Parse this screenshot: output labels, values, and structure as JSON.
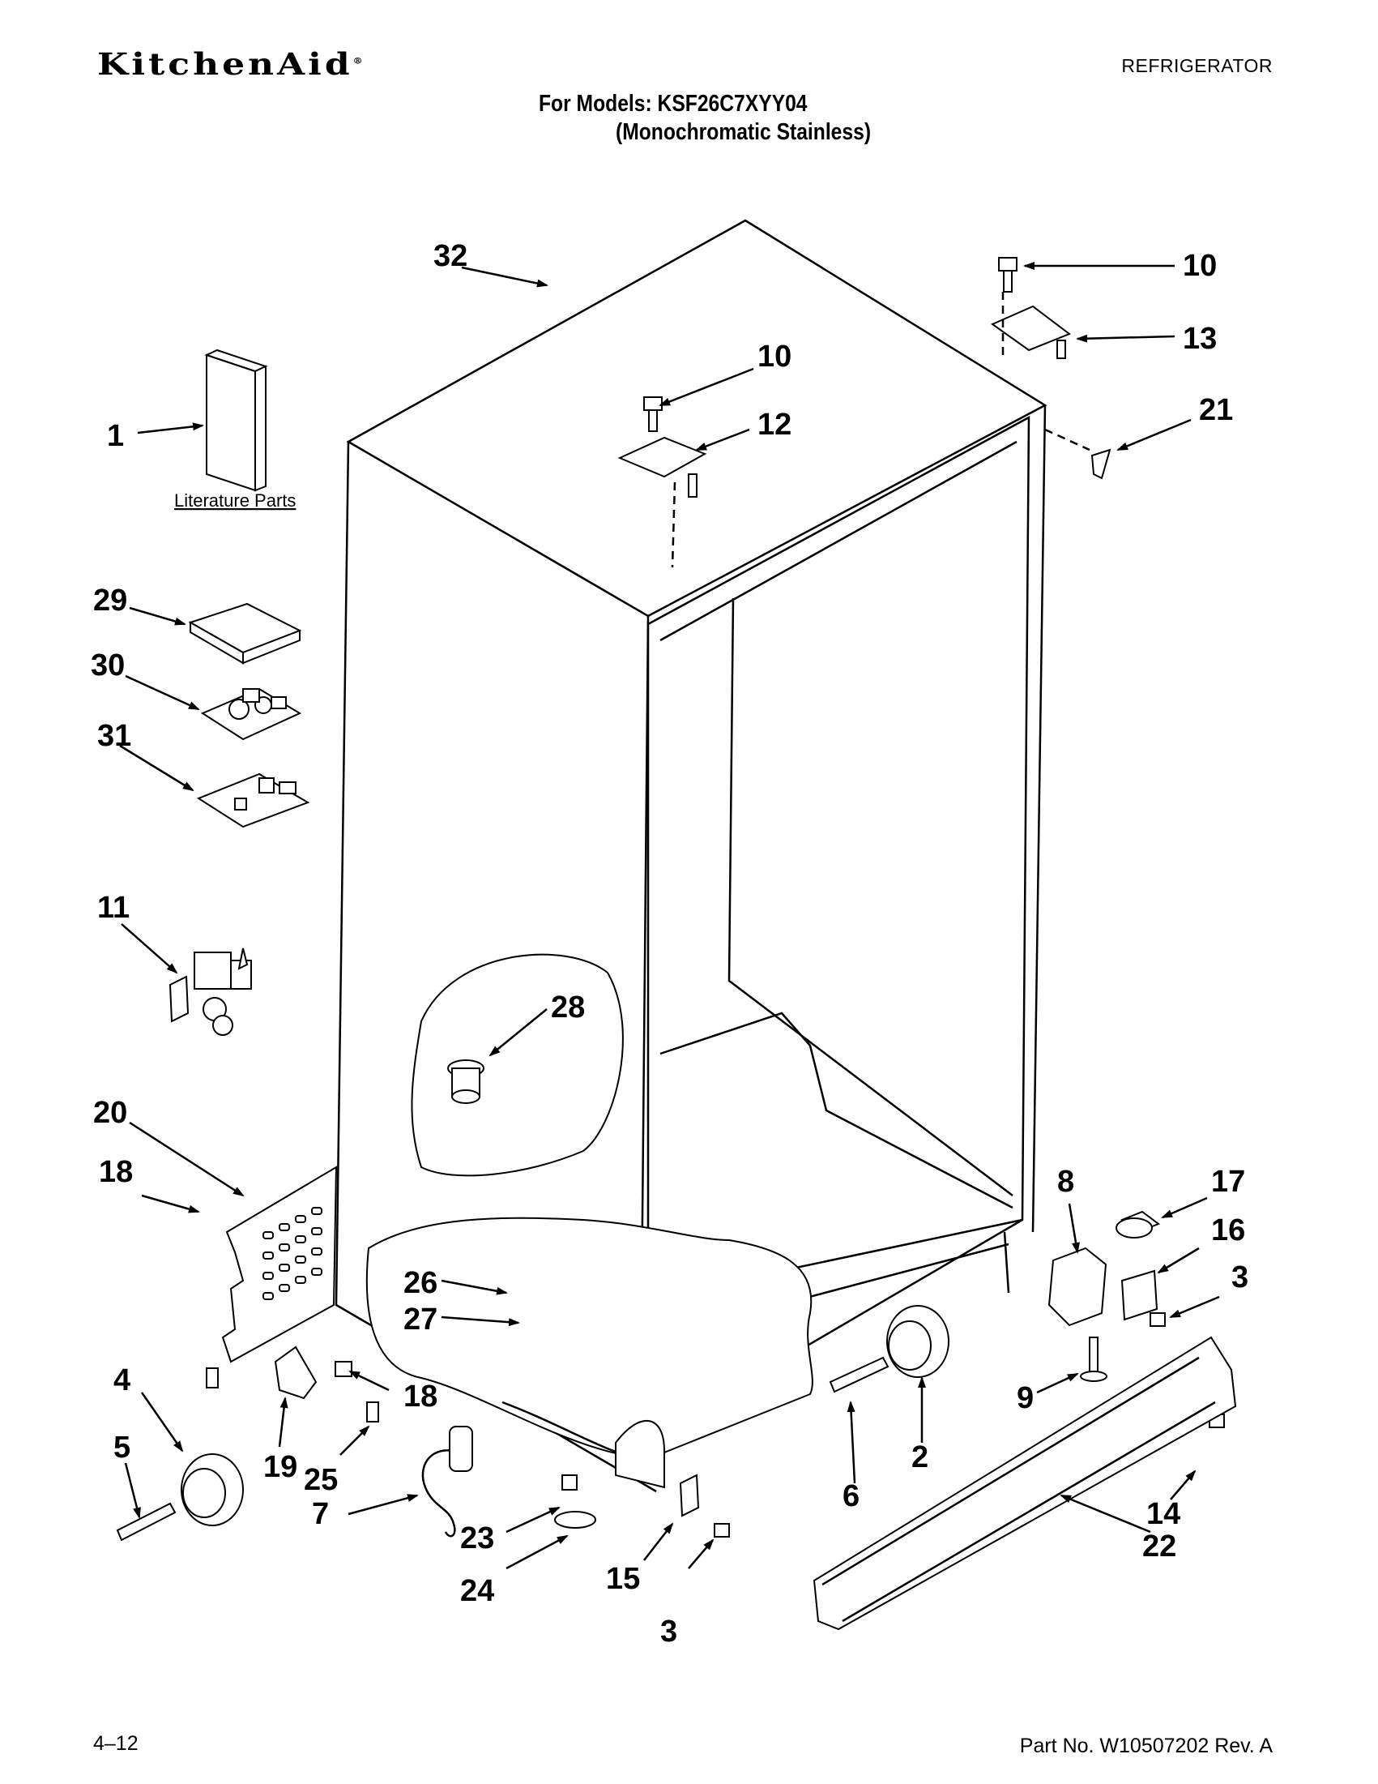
{
  "header": {
    "brand": "KitchenAid",
    "brand_mark": "®",
    "category": "REFRIGERATOR",
    "models_line": "For Models: KSF26C7XYY04",
    "finish_line": "(Monochromatic Stainless)"
  },
  "footer": {
    "page_number": "4–12",
    "part_number": "Part No. W10507202 Rev. A"
  },
  "diagram": {
    "literature_label": "Literature Parts",
    "callouts": [
      "32",
      "10",
      "13",
      "10",
      "12",
      "1",
      "21",
      "29",
      "30",
      "31",
      "11",
      "28",
      "20",
      "18",
      "8",
      "17",
      "16",
      "3",
      "26",
      "27",
      "4",
      "5",
      "19",
      "18",
      "25",
      "9",
      "2",
      "6",
      "14",
      "7",
      "23",
      "22",
      "24",
      "15",
      "3"
    ]
  },
  "icons": [
    "literature-booklet-icon",
    "control-box-cover-icon",
    "power-board-icon",
    "control-board-icon",
    "water-valve-icon",
    "cabinet-icon",
    "hinge-icon",
    "roller-icon",
    "leveling-leg-icon",
    "base-grille-icon",
    "access-cover-icon",
    "screw-icon"
  ]
}
